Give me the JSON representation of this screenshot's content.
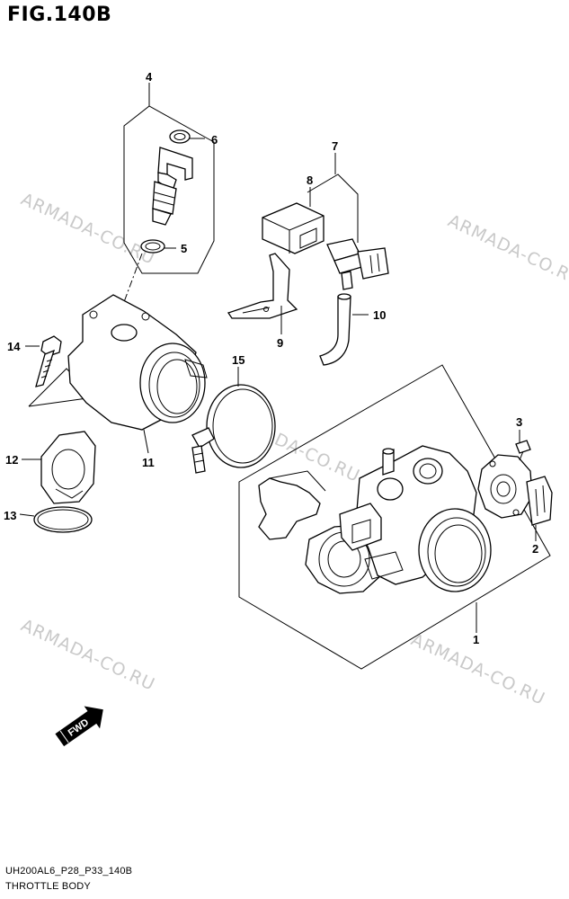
{
  "figure": {
    "title": "FIG.140B",
    "code": "UH200AL6_P28_P33_140B",
    "name": "THROTTLE BODY"
  },
  "watermark": "ARMADA-CO.RU",
  "fwd_label": "FWD",
  "callouts": {
    "p1": "1",
    "p2": "2",
    "p3": "3",
    "p4": "4",
    "p5": "5",
    "p6": "6",
    "p7": "7",
    "p8": "8",
    "p9": "9",
    "p10": "10",
    "p11": "11",
    "p12": "12",
    "p13": "13",
    "p14": "14",
    "p15": "15"
  }
}
